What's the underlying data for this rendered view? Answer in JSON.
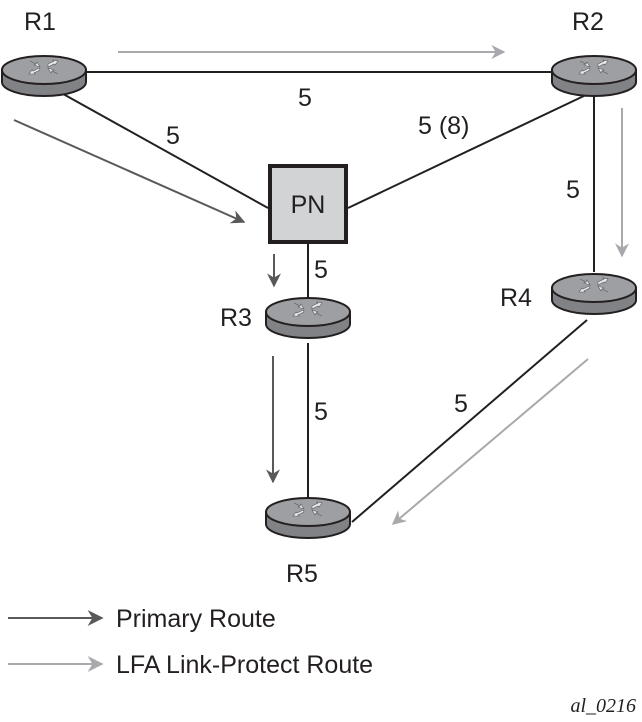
{
  "diagram": {
    "title": "",
    "figure_id": "al_0216",
    "nodes": [
      {
        "id": "R1",
        "label": "R1",
        "type": "router"
      },
      {
        "id": "R2",
        "label": "R2",
        "type": "router"
      },
      {
        "id": "PN",
        "label": "PN",
        "type": "protected-node"
      },
      {
        "id": "R3",
        "label": "R3",
        "type": "router"
      },
      {
        "id": "R4",
        "label": "R4",
        "type": "router"
      },
      {
        "id": "R5",
        "label": "R5",
        "type": "router"
      }
    ],
    "links": [
      {
        "from": "R1",
        "to": "R2",
        "metric": "5"
      },
      {
        "from": "R1",
        "to": "PN",
        "metric": "5"
      },
      {
        "from": "R2",
        "to": "PN",
        "metric": "5 (8)"
      },
      {
        "from": "PN",
        "to": "R3",
        "metric": "5"
      },
      {
        "from": "R2",
        "to": "R4",
        "metric": "5"
      },
      {
        "from": "R3",
        "to": "R5",
        "metric": "5"
      },
      {
        "from": "R4",
        "to": "R5",
        "metric": "5"
      }
    ],
    "routes": [
      {
        "type": "primary",
        "from": "R1",
        "to": "PN"
      },
      {
        "type": "primary",
        "from": "PN",
        "to": "R3"
      },
      {
        "type": "primary",
        "from": "R3",
        "to": "R5"
      },
      {
        "type": "lfa",
        "from": "R1",
        "to": "R2"
      },
      {
        "type": "lfa",
        "from": "R2",
        "to": "R4"
      },
      {
        "type": "lfa",
        "from": "R4",
        "to": "R5"
      }
    ],
    "legend": [
      {
        "type": "primary",
        "label": "Primary Route",
        "color": "#58595b"
      },
      {
        "type": "lfa",
        "label": "LFA Link-Protect Route",
        "color": "#a7a9ac"
      }
    ],
    "colors": {
      "line": "#231f20",
      "primary": "#58595b",
      "lfa": "#a7a9ac",
      "router_top": "#9d9fa2",
      "router_side": "#808285",
      "pn_fill": "#d1d3d4"
    }
  }
}
